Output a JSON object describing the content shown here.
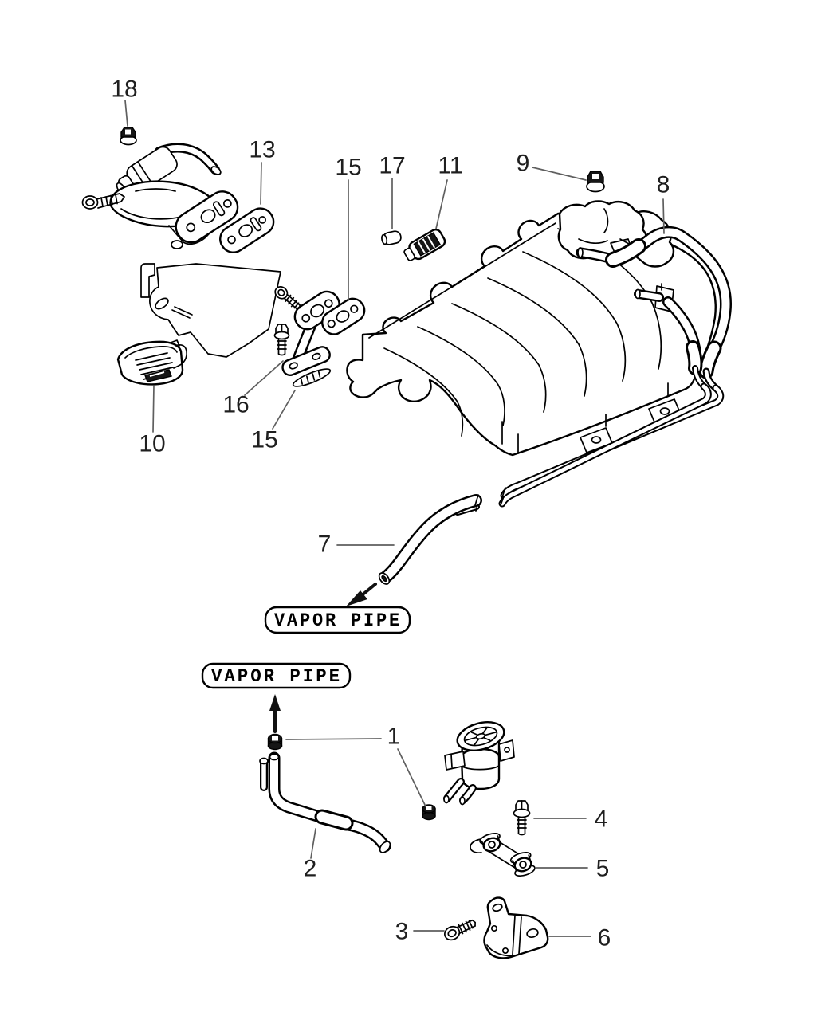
{
  "diagram": {
    "kind": "exploded-parts-line-diagram",
    "callouts": {
      "c18": "18",
      "c13": "13",
      "c15_top": "15",
      "c17": "17",
      "c11": "11",
      "c9": "9",
      "c8": "8",
      "c10": "10",
      "c16": "16",
      "c15_mid": "15",
      "c7": "7",
      "c1": "1",
      "c2": "2",
      "c4": "4",
      "c5": "5",
      "c3": "3",
      "c6": "6"
    },
    "tags": {
      "vapor_pipe_upper": "VAPOR PIPE",
      "vapor_pipe_lower": "VAPOR PIPE"
    },
    "colors": {
      "line": "#000000",
      "leader": "#5f5f5f",
      "label": "#1f1f1f",
      "background": "#ffffff"
    }
  }
}
